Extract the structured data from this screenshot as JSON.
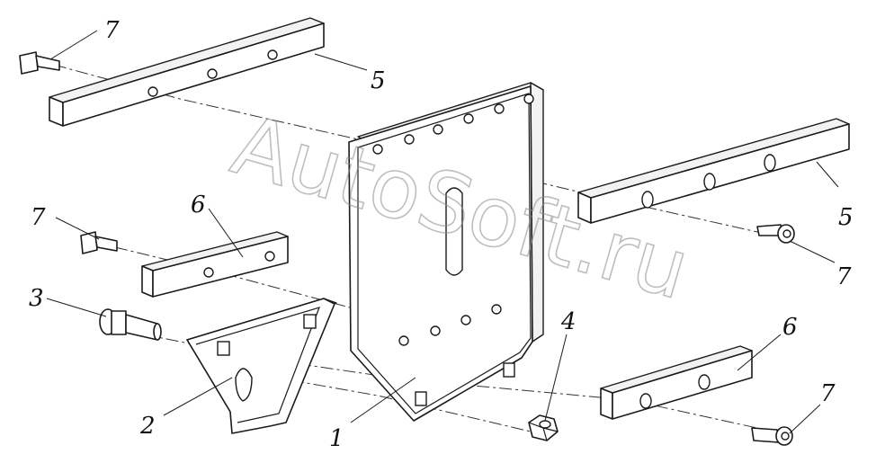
{
  "watermark": "AutoSoft.ru",
  "callouts": [
    {
      "id": "c7a",
      "label": "7"
    },
    {
      "id": "c5a",
      "label": "5"
    },
    {
      "id": "c7b",
      "label": "7"
    },
    {
      "id": "c6a",
      "label": "6"
    },
    {
      "id": "c3",
      "label": "3"
    },
    {
      "id": "c2",
      "label": "2"
    },
    {
      "id": "c1",
      "label": "1"
    },
    {
      "id": "c4",
      "label": "4"
    },
    {
      "id": "c6b",
      "label": "6"
    },
    {
      "id": "c5b",
      "label": "5"
    },
    {
      "id": "c7c",
      "label": "7"
    },
    {
      "id": "c7d",
      "label": "7"
    }
  ]
}
